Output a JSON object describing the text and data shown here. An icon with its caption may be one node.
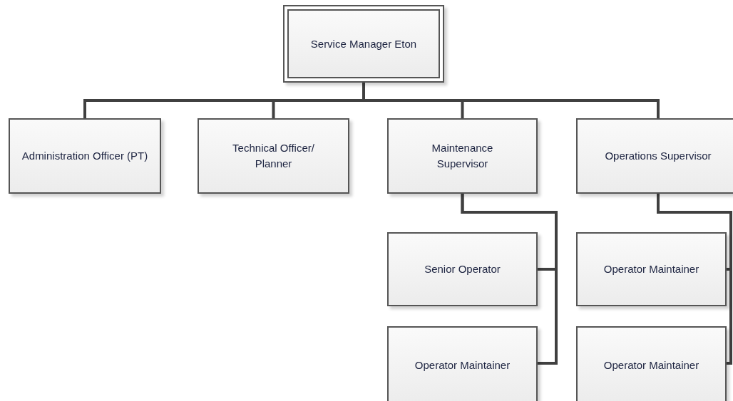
{
  "diagram": {
    "nodes": [
      {
        "text": [
          "Service Manager Eton"
        ]
      },
      {
        "text": [
          "Administration Officer (PT)"
        ]
      },
      {
        "text": [
          "Technical Officer/ Planner"
        ]
      },
      {
        "text": [
          "Maintenance Supervisor"
        ]
      },
      {
        "text": [
          "Operations Supervisor"
        ]
      },
      {
        "text": [
          "Senior Operator"
        ]
      },
      {
        "text": [
          "Operator Maintainer"
        ]
      },
      {
        "text": [
          "Operator Maintainer"
        ]
      },
      {
        "text": [
          "Operator Maintainer"
        ]
      }
    ],
    "edges": [
      {
        "from": 0,
        "to": 1,
        "arrow": "none"
      },
      {
        "from": 0,
        "to": 2,
        "arrow": "none"
      },
      {
        "from": 0,
        "to": 3,
        "arrow": "none"
      },
      {
        "from": 0,
        "to": 4,
        "arrow": "none"
      },
      {
        "from": 3,
        "to": 5,
        "arrow": "none"
      },
      {
        "from": 3,
        "to": 6,
        "arrow": "none"
      },
      {
        "from": 4,
        "to": 7,
        "arrow": "none"
      },
      {
        "from": 4,
        "to": 8,
        "arrow": "none"
      }
    ]
  }
}
